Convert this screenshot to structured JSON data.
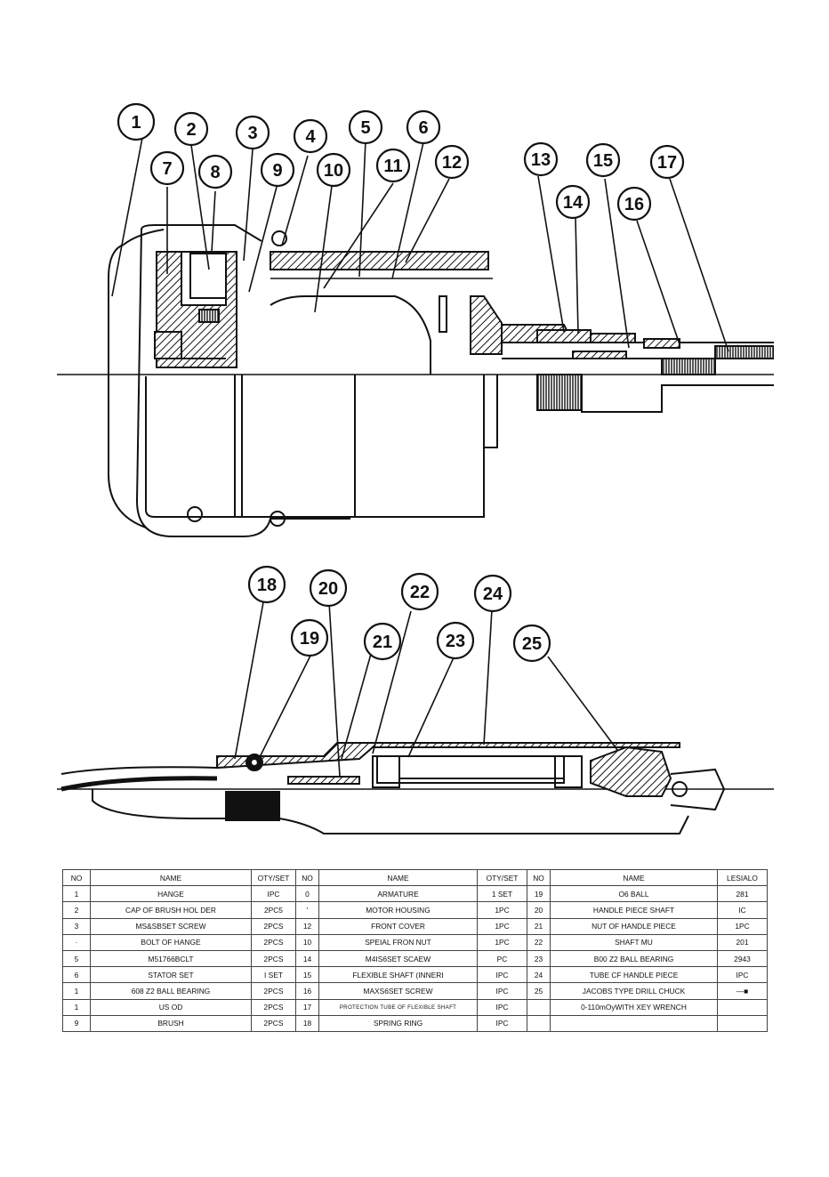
{
  "diagram": {
    "top_callouts": [
      "1",
      "2",
      "3",
      "4",
      "5",
      "6",
      "7",
      "8",
      "9",
      "10",
      "11",
      "12",
      "13",
      "14",
      "15",
      "16",
      "17"
    ],
    "bottom_callouts": [
      "18",
      "19",
      "20",
      "21",
      "22",
      "23",
      "24",
      "25"
    ]
  },
  "table": {
    "headers": [
      "NO",
      "NAME",
      "OTY/SET",
      "NO",
      "NAME",
      "OTY/SET",
      "NO",
      "NAME",
      "LESIALO"
    ],
    "rows": [
      [
        "1",
        "HANGE",
        "IPC",
        "0",
        "ARMATURE",
        "1 SET",
        "19",
        "O6 BALL",
        "281"
      ],
      [
        "2",
        "CAP OF BRUSH HOL DER",
        "2PC5",
        "'",
        "MOTOR HOUSING",
        "1PC",
        "20",
        "HANDLE PIECE SHAFT",
        "IC"
      ],
      [
        "3",
        "MS&SBSET SCREW",
        "2PCS",
        "12",
        "FRONT COVER",
        "1PC",
        "21",
        "NUT OF HANDLE PIECE",
        "1PC"
      ],
      [
        "·",
        "BOLT OF HANGE",
        "2PCS",
        "10",
        "SPEIAL FRON NUT",
        "1PC",
        "22",
        "SHAFT MU",
        "201"
      ],
      [
        "5",
        "M51766BCLT",
        "2PCS",
        "14",
        "M4IS6SET SCAEW",
        "PC",
        "23",
        "B00 Z2 BALL BEARING",
        "2943"
      ],
      [
        "6",
        "STATOR SET",
        "I SET",
        "15",
        "FLEXIBLE SHAFT (INNERI",
        "IPC",
        "24",
        "TUBE CF HANDLE PIECE",
        "IPC"
      ],
      [
        "1",
        "608 Z2 BALL BEARING",
        "2PCS",
        "16",
        "MAXS6SET SCREW",
        "IPC",
        "25",
        "JACOBS TYPE DRILL CHUCK",
        "—■"
      ],
      [
        "1",
        "US OD",
        "2PCS",
        "17",
        "PROTECTION TUBE OF FLEXIBLE SHAFT",
        "IPC",
        "",
        "0-110mOyWITH XEY WRENCH",
        ""
      ],
      [
        "9",
        "BRUSH",
        "2PCS",
        "18",
        "SPRING RING",
        "IPC",
        "",
        "",
        ""
      ]
    ]
  }
}
